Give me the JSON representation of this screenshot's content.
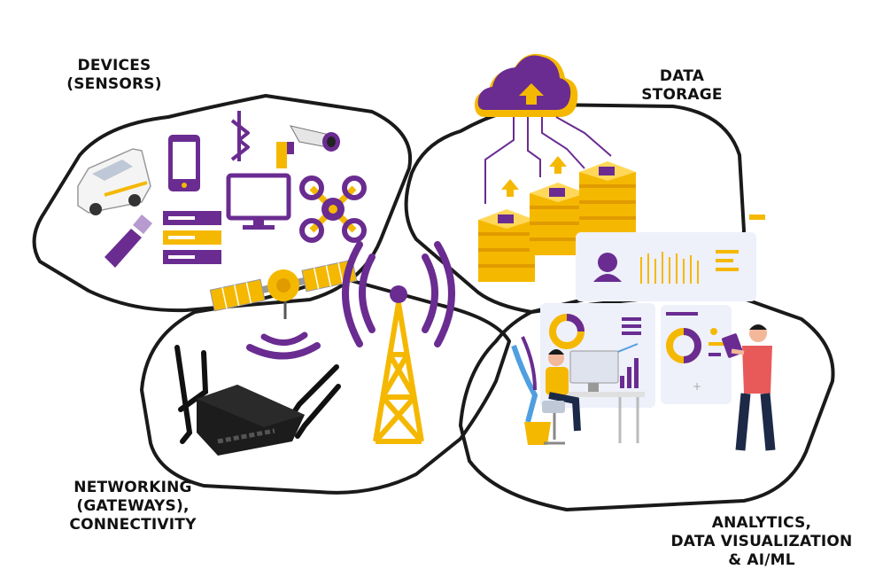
{
  "labels": {
    "devices": {
      "line1": "DEVICES",
      "line2": "(SENSORS)"
    },
    "storage": {
      "line1": "DATA",
      "line2": "STORAGE"
    },
    "networking": {
      "line1": "NETWORKING",
      "line2": "(GATEWAYS),",
      "line3": "CONNECTIVITY"
    },
    "analytics": {
      "line1": "ANALYTICS,",
      "line2": "DATA VISUALIZATION",
      "line3": "& AI/ML"
    }
  },
  "colors": {
    "purple": "#6a2c91",
    "yellow": "#f5b800",
    "outline": "#1a1a1a",
    "panel": "#eef0fa",
    "skin": "#f3b79a",
    "shirt": "#e85a5a"
  },
  "icons": {
    "devices": [
      "van-icon",
      "smartphone-icon",
      "bluetooth-icon",
      "security-camera-icon",
      "monitor-icon",
      "drone-icon",
      "usb-drive-icon",
      "server-rack-icon"
    ],
    "storage": [
      "cloud-upload-icon",
      "server-stack-icon"
    ],
    "networking": [
      "satellite-icon",
      "broadcast-tower-icon",
      "router-icon"
    ],
    "analytics": [
      "dashboard-panel-icon",
      "analyst-person-icon",
      "presenter-person-icon"
    ]
  }
}
